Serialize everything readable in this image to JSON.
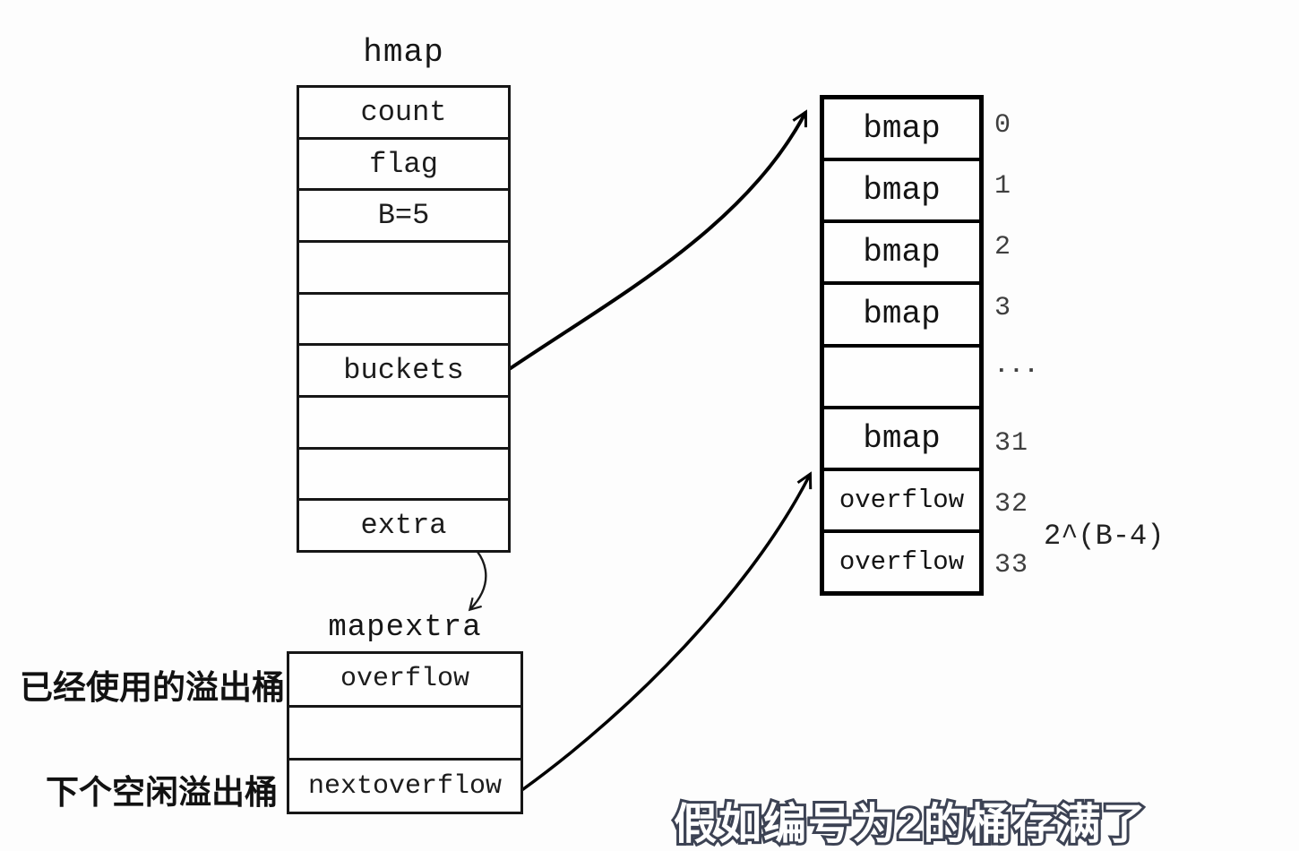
{
  "diagram": {
    "hmap": {
      "title": "hmap",
      "rows": [
        "count",
        "flag",
        "B=5",
        "",
        "",
        "buckets",
        "",
        "",
        "extra"
      ]
    },
    "buckets_array": {
      "rows": [
        {
          "label": "bmap",
          "index": "0"
        },
        {
          "label": "bmap",
          "index": "1"
        },
        {
          "label": "bmap",
          "index": "2"
        },
        {
          "label": "bmap",
          "index": "3"
        },
        {
          "label": "",
          "index": "..."
        },
        {
          "label": "bmap",
          "index": "31"
        },
        {
          "label": "overflow",
          "index": "32"
        },
        {
          "label": "overflow",
          "index": "33"
        }
      ],
      "count_note": "2^(B-4)"
    },
    "mapextra": {
      "title": "mapextra",
      "rows": [
        "overflow",
        "",
        "nextoverflow"
      ],
      "annotations": {
        "used_overflow": "已经使用的溢出桶",
        "next_free_overflow": "下个空闲溢出桶"
      }
    },
    "subtitle": "假如编号为2的桶存满了",
    "colors": {
      "line": "#000000",
      "text": "#1a1a1a",
      "index_text": "#3f3f3f",
      "background": "#fdfdfd",
      "subtitle_fill": "#ffffff",
      "subtitle_outline": "#3d4354"
    }
  }
}
